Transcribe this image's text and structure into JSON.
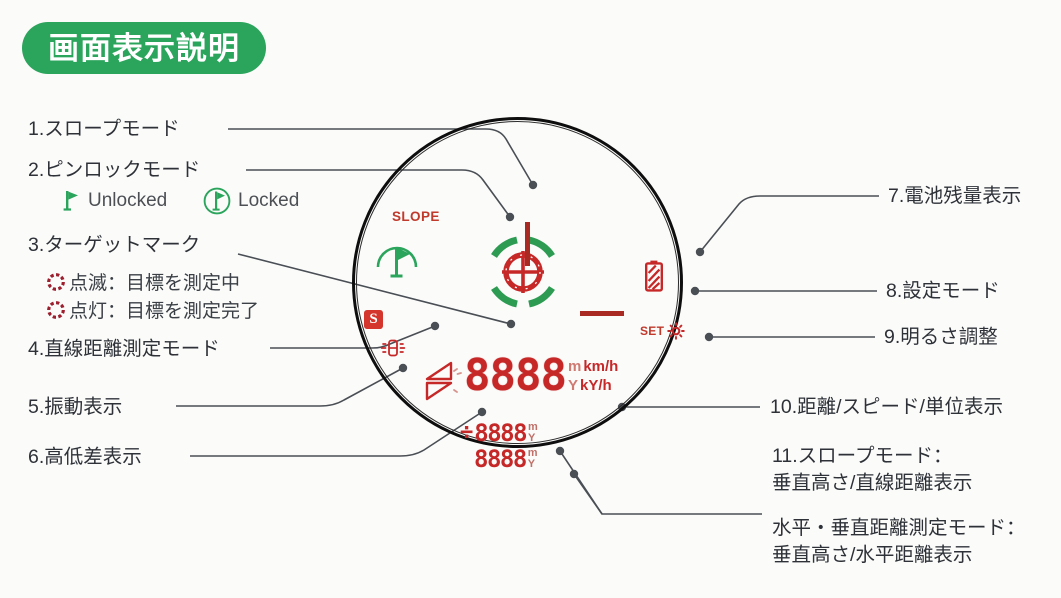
{
  "header": {
    "title": "画面表示説明"
  },
  "labels": {
    "item1": "1.スロープモード",
    "item2": "2.ピンロックモード",
    "item2_unlocked": "Unlocked",
    "item2_locked": "Locked",
    "item3": "3.ターゲットマーク",
    "item3_blink": "点滅：目標を測定中",
    "item3_solid": "点灯：目標を測定完了",
    "item4": "4.直線距離測定モード",
    "item5": "5.振動表示",
    "item6": "6.高低差表示",
    "item7": "7.電池残量表示",
    "item8": "8.設定モード",
    "item9": "9.明るさ調整",
    "item10": "10.距離/スピード/単位表示",
    "item11_line1": "11.スロープモード：",
    "item11_line2": "垂直高さ/直線距離表示",
    "item11_line3": "水平・垂直距離測定モード：",
    "item11_line4": "垂直高さ/水平距離表示"
  },
  "display": {
    "slope_text": "SLOPE",
    "s_mode_text": "S",
    "set_text": "SET",
    "main_digits": "8888",
    "main_unit_top_small": "m",
    "main_unit_top": "km/h",
    "main_unit_bottom_small": "Y",
    "main_unit_bottom": "kY/h",
    "row2_sign": "÷",
    "row2_digits": "8888",
    "row2_unit_top": "m",
    "row2_unit_bottom": "Y",
    "row3_digits": "8888",
    "row3_unit_top": "m",
    "row3_unit_bottom": "Y"
  },
  "colors": {
    "badge_green": "#2ba45c",
    "display_red": "#c62828",
    "accent_green": "#2ba45c",
    "text_dark": "#2e3238",
    "scope_black": "#0e0e0e",
    "leader_line": "#4a4f55",
    "page_bg": "#fbfbfa"
  },
  "icons": {
    "pin_flag": "flag-icon",
    "pin_locked": "flag-in-circle-icon",
    "target_blink": "dashed-circle-icon",
    "target_solid": "circle-icon",
    "straight_line_mode": "s-badge-icon",
    "vibration": "vibration-icon",
    "battery": "battery-icon",
    "brightness": "sun-icon",
    "height_diff": "triangles-icon",
    "reticle": "crosshair-icon"
  }
}
